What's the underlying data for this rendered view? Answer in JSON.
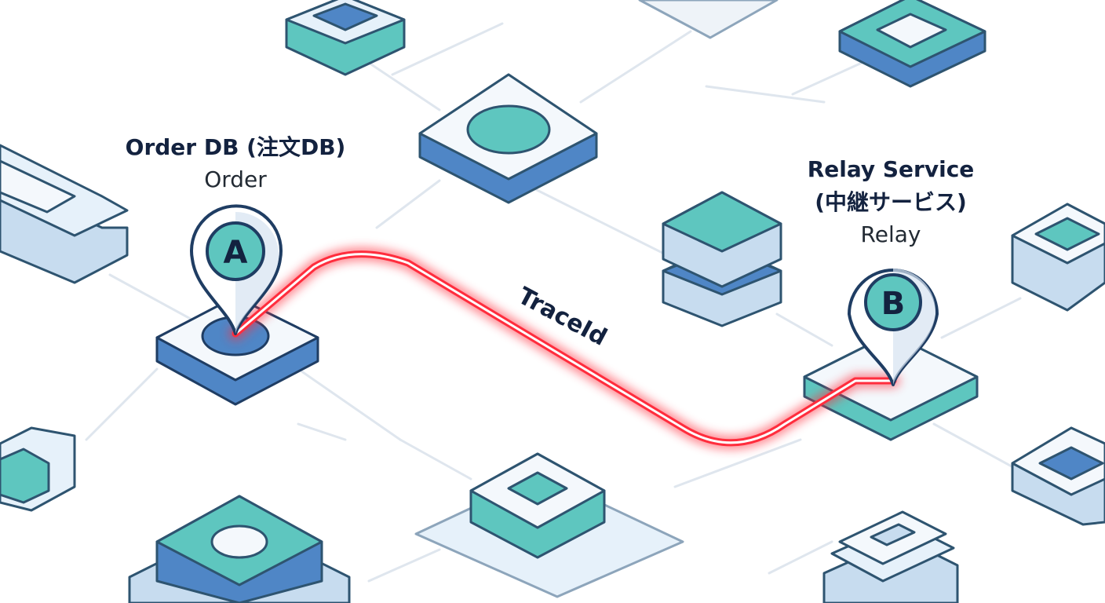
{
  "diagram": {
    "node_a": {
      "title": "Order DB (注文DB)",
      "subtitle": "Order",
      "pin_letter": "A"
    },
    "node_b": {
      "title_line1": "Relay Service",
      "title_line2": "(中継サービス)",
      "subtitle": "Relay",
      "pin_letter": "B"
    },
    "connection": {
      "label": "TraceId",
      "color": "#ff2d3d"
    },
    "colors": {
      "outline": "#2e5470",
      "teal": "#5ec6bf",
      "blue": "#4f86c6",
      "light_blue": "#dbe9f6",
      "card": "#f4f8fc",
      "grid_line": "#dfe6ee"
    }
  }
}
